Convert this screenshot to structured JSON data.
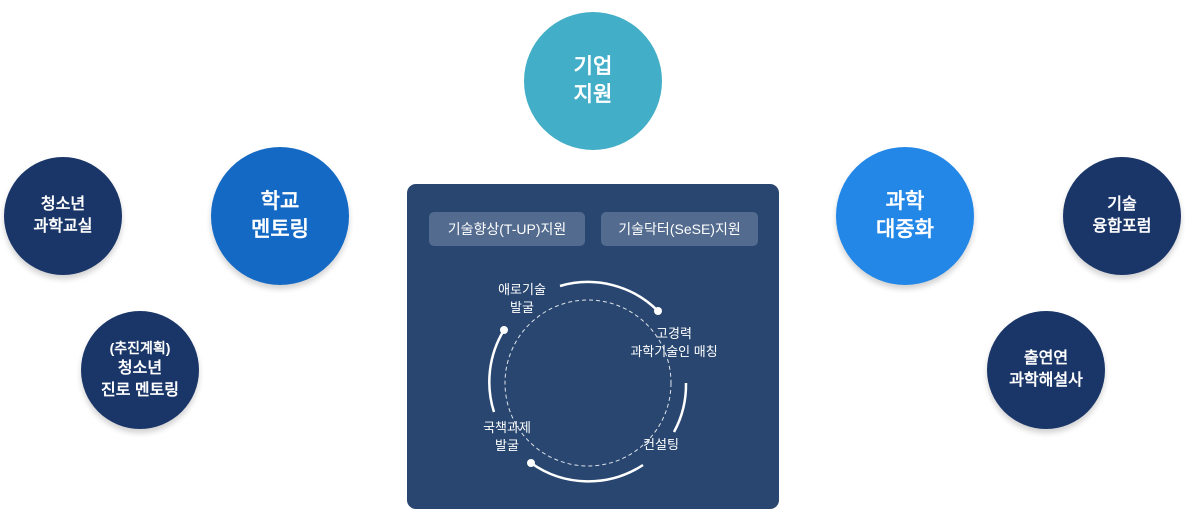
{
  "nodes": {
    "youth_class": [
      "청소년",
      "과학교실"
    ],
    "school_mentoring": [
      "학교",
      "멘토링"
    ],
    "career_mentoring": {
      "note": "(추진계획)",
      "lines": [
        "청소년",
        "진로 멘토링"
      ]
    },
    "company_support": [
      "기업",
      "지원"
    ],
    "popularization": [
      "과학",
      "대중화"
    ],
    "tech_forum": [
      "기술",
      "융합포럼"
    ],
    "commentator": [
      "출연연",
      "과학해설사"
    ]
  },
  "panel": {
    "chips": [
      "기술향상(T-UP)지원",
      "기술닥터(SeSE)지원"
    ],
    "cycle": [
      {
        "lines": [
          "애로기술",
          "발굴"
        ]
      },
      {
        "lines": [
          "고경력",
          "과학기술인 매칭"
        ]
      },
      {
        "lines": [
          "컨설팅"
        ]
      },
      {
        "lines": [
          "국책과제",
          "발굴"
        ]
      }
    ]
  },
  "colors": {
    "navy": "#1a3669",
    "school": "#1469c4",
    "company": "#43aec7",
    "popular": "#2387e8",
    "panel": "#284670",
    "chip": "#526b8e"
  }
}
